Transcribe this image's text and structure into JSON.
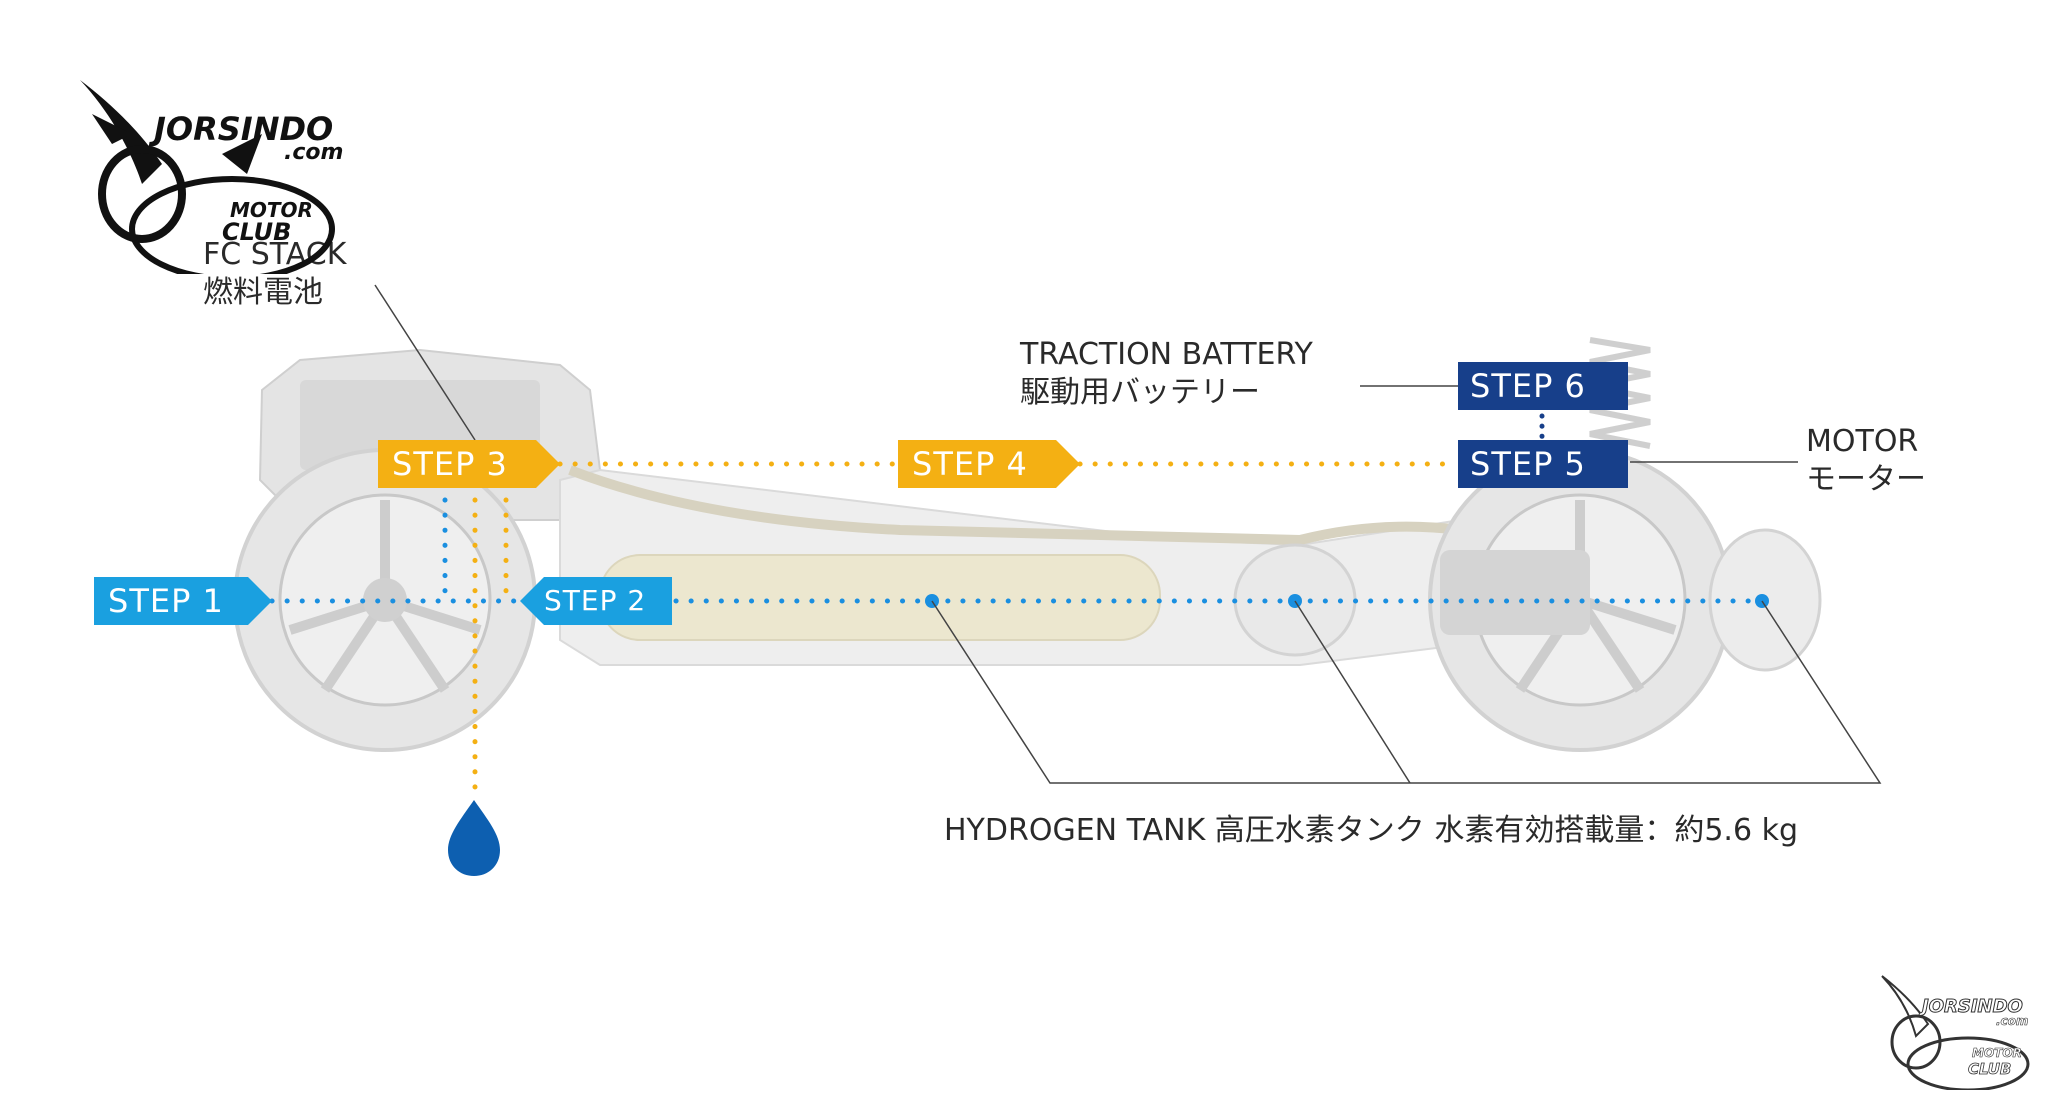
{
  "watermark": {
    "brand": "JORSINDO",
    "domain": ".com",
    "motor": "MOTOR",
    "club": "CLUB"
  },
  "labels": {
    "fc_stack_en": "FC STACK",
    "fc_stack_jp": "燃料電池",
    "traction_battery_en": "TRACTION BATTERY",
    "traction_battery_jp": "駆動用バッテリー",
    "motor_en": "MOTOR",
    "motor_jp": "モーター",
    "hydrogen_tank": "HYDROGEN TANK 高圧水素タンク 水素有効搭載量：約5.6 kg"
  },
  "steps": [
    {
      "id": "step1",
      "label": "STEP 1",
      "color": "#1aa0e0"
    },
    {
      "id": "step2",
      "label": "STEP 2",
      "color": "#1aa0e0"
    },
    {
      "id": "step3",
      "label": "STEP 3",
      "color": "#f4b013"
    },
    {
      "id": "step4",
      "label": "STEP 4",
      "color": "#f4b013"
    },
    {
      "id": "step5",
      "label": "STEP 5",
      "color": "#173f8a"
    },
    {
      "id": "step6",
      "label": "STEP 6",
      "color": "#173f8a"
    }
  ],
  "colors": {
    "hydrogen_flow": "#1a8fe0",
    "electric_flow": "#f4b013",
    "battery_link": "#173f8a",
    "water_drop": "#0d5fb0",
    "chassis": "#d9d9d9"
  }
}
